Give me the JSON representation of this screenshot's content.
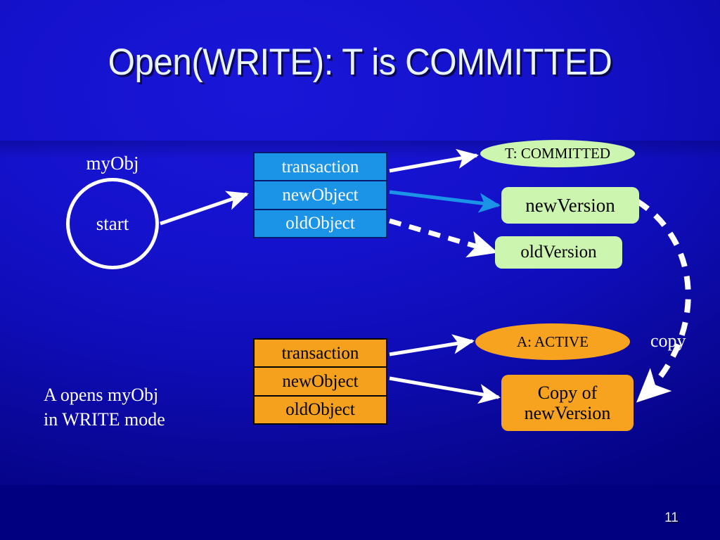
{
  "slide": {
    "title": "Open(WRITE): T is COMMITTED",
    "page_number": "11",
    "background_color": "#000080",
    "glow_color": "#1a16d8"
  },
  "object": {
    "label": "myObj",
    "circle_text": "start"
  },
  "committed_record": {
    "fill_color": "#1b93e6",
    "text_color": "#ffffff",
    "rows": [
      {
        "label": "transaction"
      },
      {
        "label": "newObject"
      },
      {
        "label": "oldObject"
      }
    ]
  },
  "active_record": {
    "fill_color": "#f5a11e",
    "text_color": "#000000",
    "rows": [
      {
        "label": "transaction"
      },
      {
        "label": "newObject"
      },
      {
        "label": "oldObject"
      }
    ]
  },
  "committed_targets": {
    "state_ellipse": "T: COMMITTED",
    "new_version": "newVersion",
    "old_version": "oldVersion",
    "fill_color": "#ccf5b0"
  },
  "active_targets": {
    "state_ellipse": "A: ACTIVE",
    "copy_box_line1": "Copy of",
    "copy_box_line2": "newVersion",
    "fill_color": "#f7a31f"
  },
  "annotations": {
    "copy_label": "copy",
    "caption": "A opens myObj\nin WRITE mode"
  },
  "arrows": {
    "start_to_record": {
      "style": "solid",
      "color": "#ffffff"
    },
    "transaction_to_committed": {
      "style": "solid",
      "color": "#ffffff"
    },
    "newobject_to_newversion": {
      "style": "solid",
      "color": "#1b93e6"
    },
    "oldobject_to_oldversion": {
      "style": "dashed",
      "color": "#ffffff"
    },
    "newversion_to_copy": {
      "style": "dashed",
      "color": "#ffffff"
    },
    "transaction_to_active": {
      "style": "solid",
      "color": "#ffffff"
    },
    "newobject_to_copy": {
      "style": "solid",
      "color": "#ffffff"
    }
  }
}
